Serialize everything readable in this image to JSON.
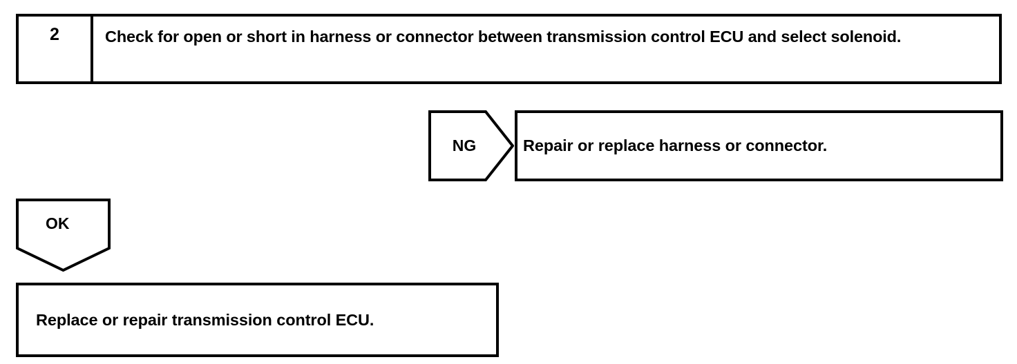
{
  "diagram": {
    "type": "troubleshooting-flowchart",
    "ink_color": "#000000",
    "background_color": "#ffffff",
    "step": {
      "number": "2",
      "instruction": "Check for open or short in harness or connector between transmission control ECU and select solenoid."
    },
    "branches": [
      {
        "label": "NG",
        "direction": "right",
        "action": "Repair or replace harness or connector."
      },
      {
        "label": "OK",
        "direction": "down",
        "action": "Replace or repair transmission control ECU."
      }
    ],
    "ng_branch": {
      "label": "NG",
      "action_text": "Repair or replace harness or connector."
    },
    "ok_branch": {
      "label": "OK",
      "action_text": "Replace or repair transmission control ECU."
    }
  }
}
